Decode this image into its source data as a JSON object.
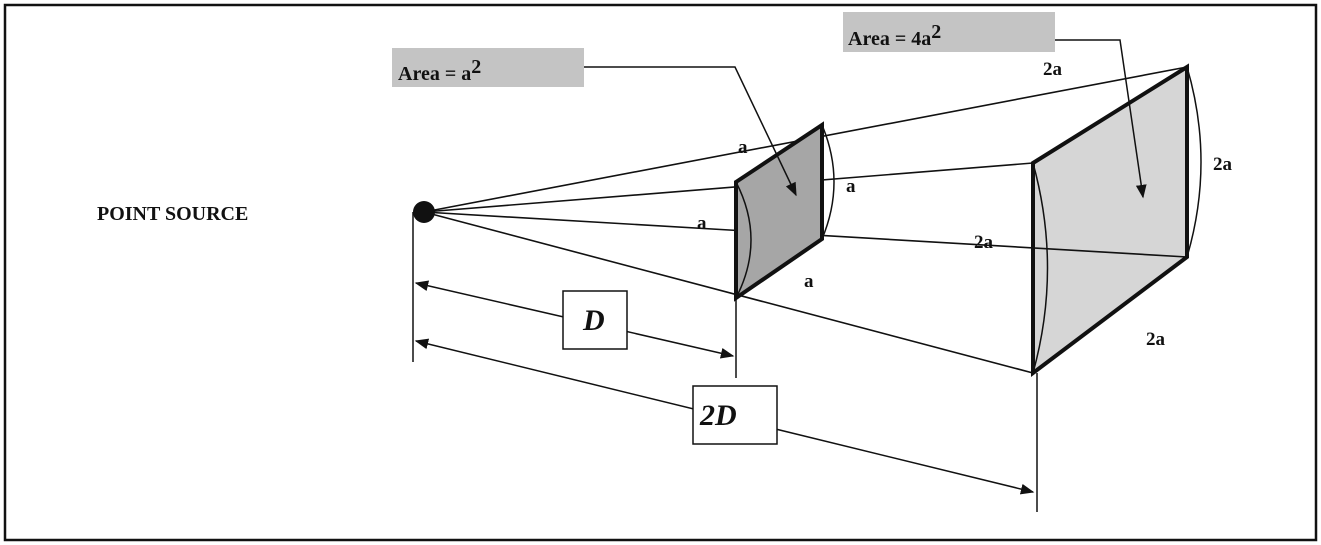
{
  "source_label": "POINT SOURCE",
  "near_area": {
    "label": "Area = a",
    "exponent": "2"
  },
  "far_area": {
    "label": "Area = 4a",
    "exponent": "2"
  },
  "near_sides": {
    "top": "a",
    "right": "a",
    "left": "a",
    "bottom": "a"
  },
  "far_sides": {
    "top": "2a",
    "right": "2a",
    "left": "2a",
    "bottom": "2a"
  },
  "dimensions": {
    "near_distance": "D",
    "far_distance": "2D"
  },
  "colors": {
    "near_fill": "#a6a6a6",
    "far_fill": "#d6d6d6",
    "callout_bg": "#c4c4c4",
    "line": "#111111"
  }
}
